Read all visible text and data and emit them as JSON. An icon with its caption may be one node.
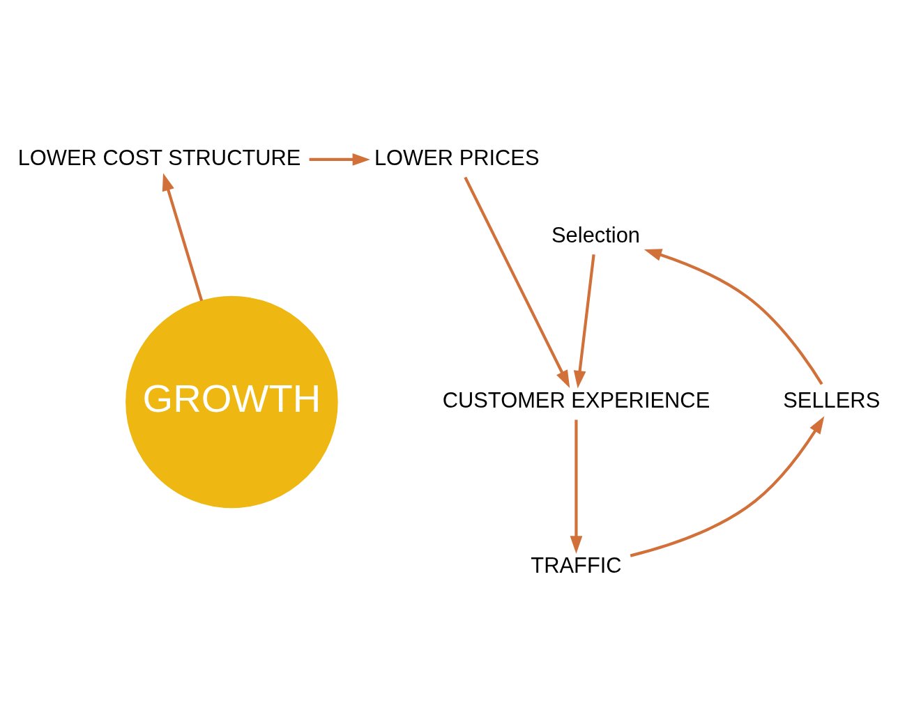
{
  "diagram": {
    "nodes": [
      {
        "text": [
          "LOWER COST STRUCTURE"
        ]
      },
      {
        "text": [
          "LOWER PRICES"
        ]
      },
      {
        "text": [
          "Selection"
        ]
      },
      {
        "text": [
          "CUSTOMER EXPERIENCE"
        ]
      },
      {
        "text": [
          "TRAFFIC"
        ]
      },
      {
        "text": [
          "SELLERS"
        ]
      },
      {
        "text": [
          "GROWTH"
        ]
      }
    ],
    "edges": [
      {
        "from": 0,
        "to": 1,
        "arrow": "to"
      },
      {
        "from": 1,
        "to": 3,
        "arrow": "to"
      },
      {
        "from": 2,
        "to": 3,
        "arrow": "to"
      },
      {
        "from": 3,
        "to": 4,
        "arrow": "to"
      },
      {
        "from": 4,
        "to": 5,
        "arrow": "to"
      },
      {
        "from": 5,
        "to": 2,
        "arrow": "to"
      },
      {
        "from": 6,
        "to": 0,
        "arrow": "to"
      }
    ]
  }
}
